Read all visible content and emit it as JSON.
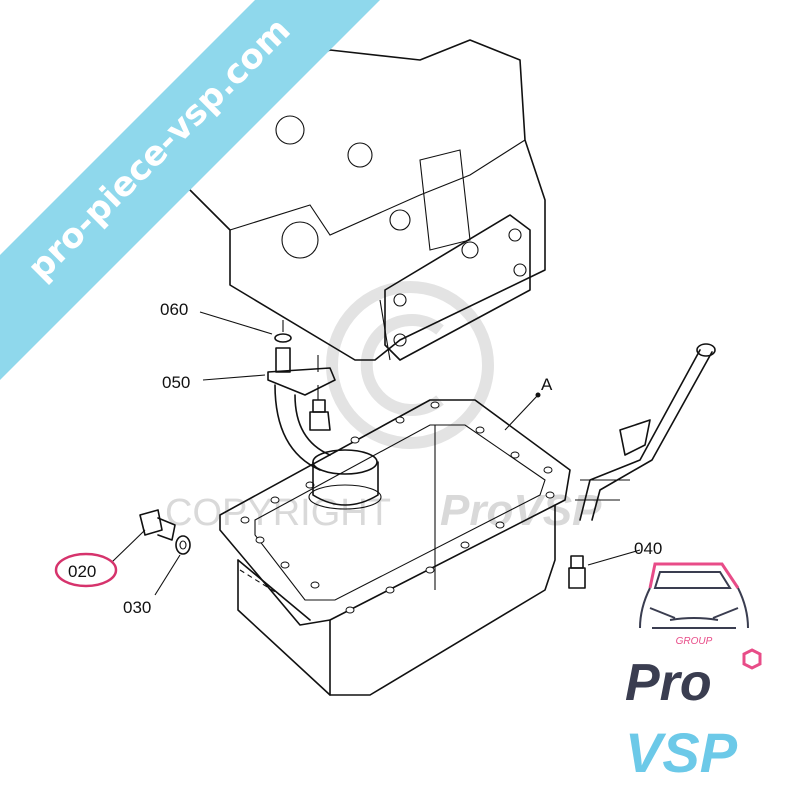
{
  "banner": {
    "text": "pro-piece-vsp.com",
    "color": "#8fd8ec"
  },
  "watermark": {
    "copyright": "COPYRIGHT",
    "brand": "ProVSP"
  },
  "callouts": {
    "p060": "060",
    "p050": "050",
    "pA": "A",
    "p040": "040",
    "p020": "020",
    "p030": "030"
  },
  "highlight": {
    "part": "020",
    "color": "#d6336c"
  },
  "logo": {
    "group": "GROUP",
    "pro": "Pro",
    "vsp": "VSP",
    "dark": "#3a3d50",
    "pink": "#e84c88",
    "blue": "#6cc9e8"
  }
}
